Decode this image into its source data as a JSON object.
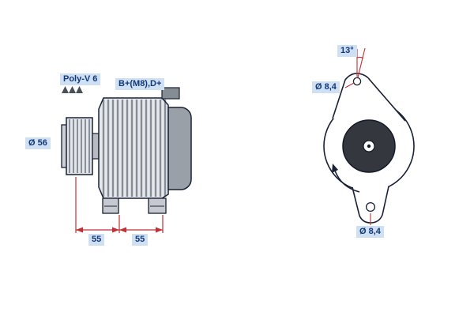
{
  "diagram": {
    "side_view": {
      "belt_type_label": "Poly-V 6",
      "terminal_label": "B+(M8),D+",
      "pulley_diameter": "Ø 56",
      "dim_pulley_to_foot": "55",
      "dim_foot_to_foot": "55"
    },
    "front_view": {
      "lug_angle": "13°",
      "top_hole_diameter": "Ø 8,4",
      "bottom_hole_diameter": "Ø 8,4"
    },
    "colors": {
      "outline": "#1a2136",
      "dimension": "#c22f36",
      "label_background": "#cfe0f3",
      "label_text": "#11377d",
      "rotor": "#34383e",
      "rear_cover": "#9aa0a8"
    }
  }
}
